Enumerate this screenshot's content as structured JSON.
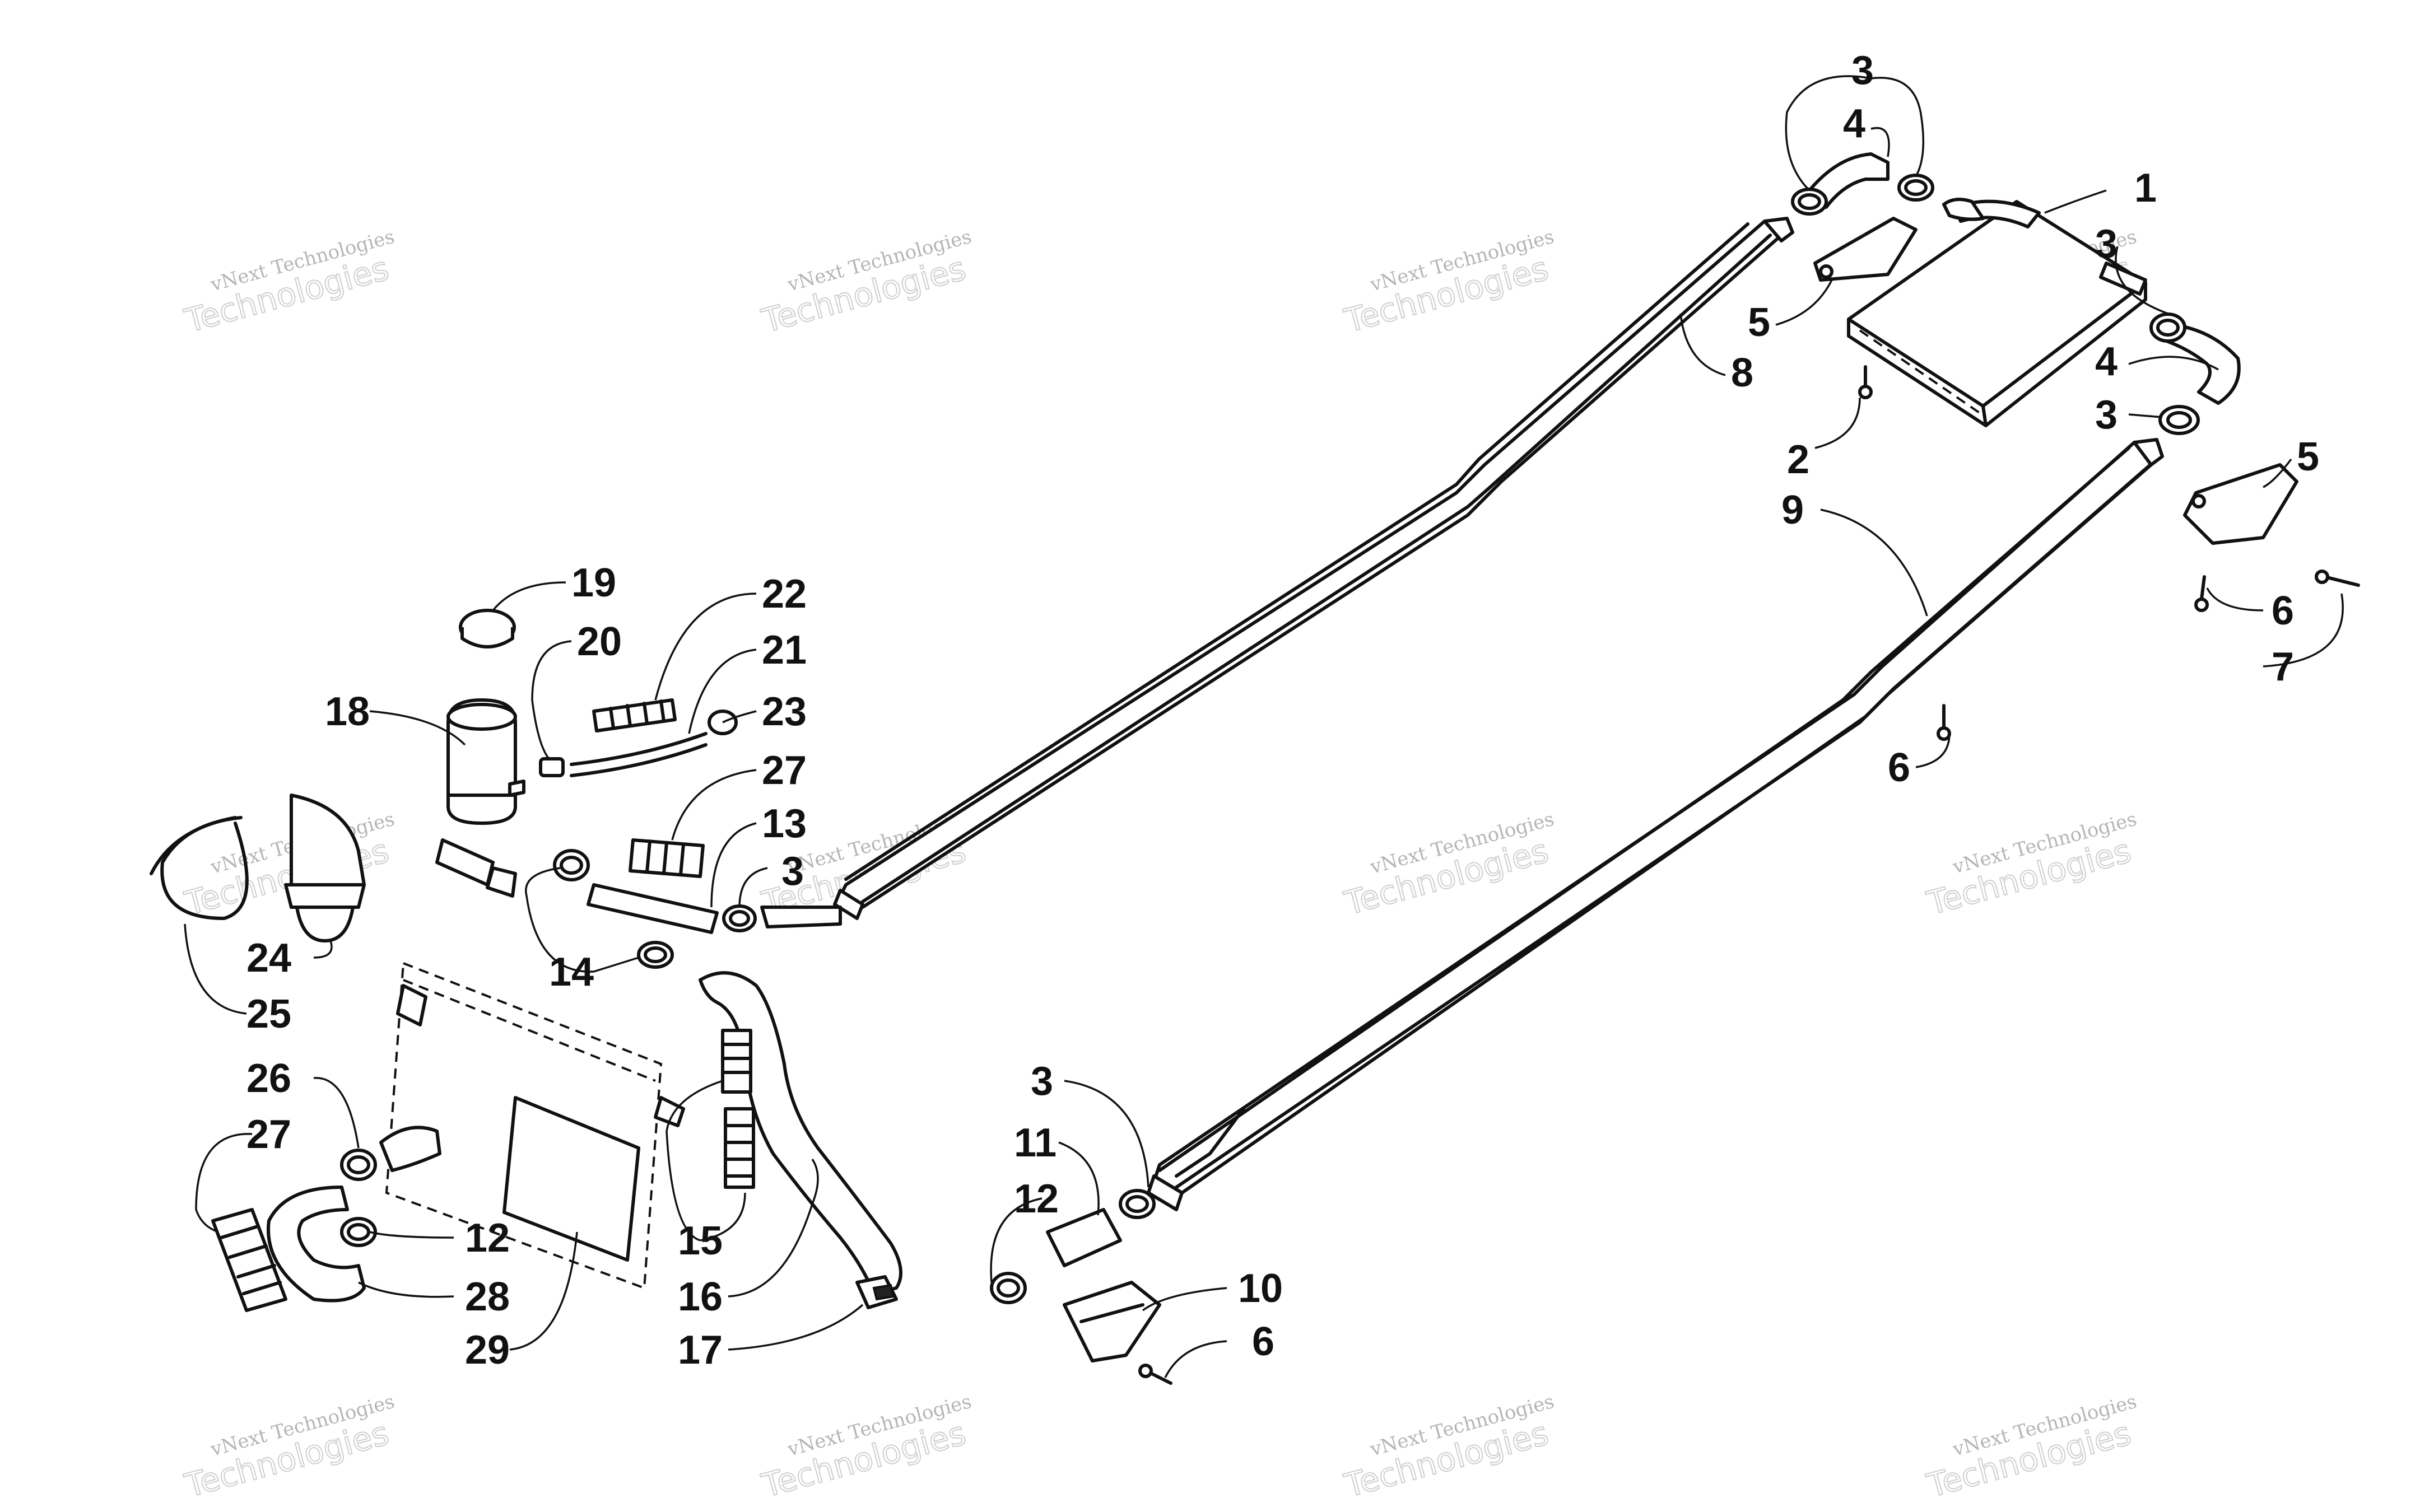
{
  "watermark": {
    "line1": "vNext Technologies",
    "line2": "Technologies"
  },
  "callouts": {
    "c1": "1",
    "c2": "2",
    "c3": "3",
    "c4": "4",
    "c5": "5",
    "c6": "6",
    "c7": "7",
    "c8": "8",
    "c9": "9",
    "c10": "10",
    "c11": "11",
    "c12": "12",
    "c13": "13",
    "c14": "14",
    "c15": "15",
    "c16": "16",
    "c17": "17",
    "c18": "18",
    "c19": "19",
    "c20": "20",
    "c21": "21",
    "c22": "22",
    "c23": "23",
    "c24": "24",
    "c25": "25",
    "c26": "26",
    "c27": "27",
    "c28": "28",
    "c29": "29"
  }
}
